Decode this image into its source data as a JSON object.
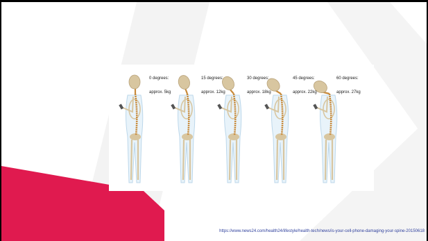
{
  "figure": {
    "postures": [
      {
        "angle_label": "0 degrees:",
        "load_label": "approx. 5kg",
        "head_tilt": 0
      },
      {
        "angle_label": "15 degrees:",
        "load_label": "approx. 12kg",
        "head_tilt": 15
      },
      {
        "angle_label": "30 degrees:",
        "load_label": "approx. 18kg",
        "head_tilt": 30
      },
      {
        "angle_label": "45 degrees:",
        "load_label": "approx. 22kg",
        "head_tilt": 45
      },
      {
        "angle_label": "60 degrees:",
        "load_label": "approx. 27kg",
        "head_tilt": 60
      }
    ]
  },
  "source_url": "https://www.news24.com/health24/lifestyle/health-tech/news/is-your-cell-phone-damaging-your-spine-20150618",
  "colors": {
    "accent_red": "#e01a4f",
    "bone": "#d8c6a0",
    "spine": "#c88a3a",
    "body_outline": "#bcd7ea",
    "body_fill": "#e8f3fa",
    "watermark": "#f2f2f2",
    "link": "#2e3f9c"
  }
}
